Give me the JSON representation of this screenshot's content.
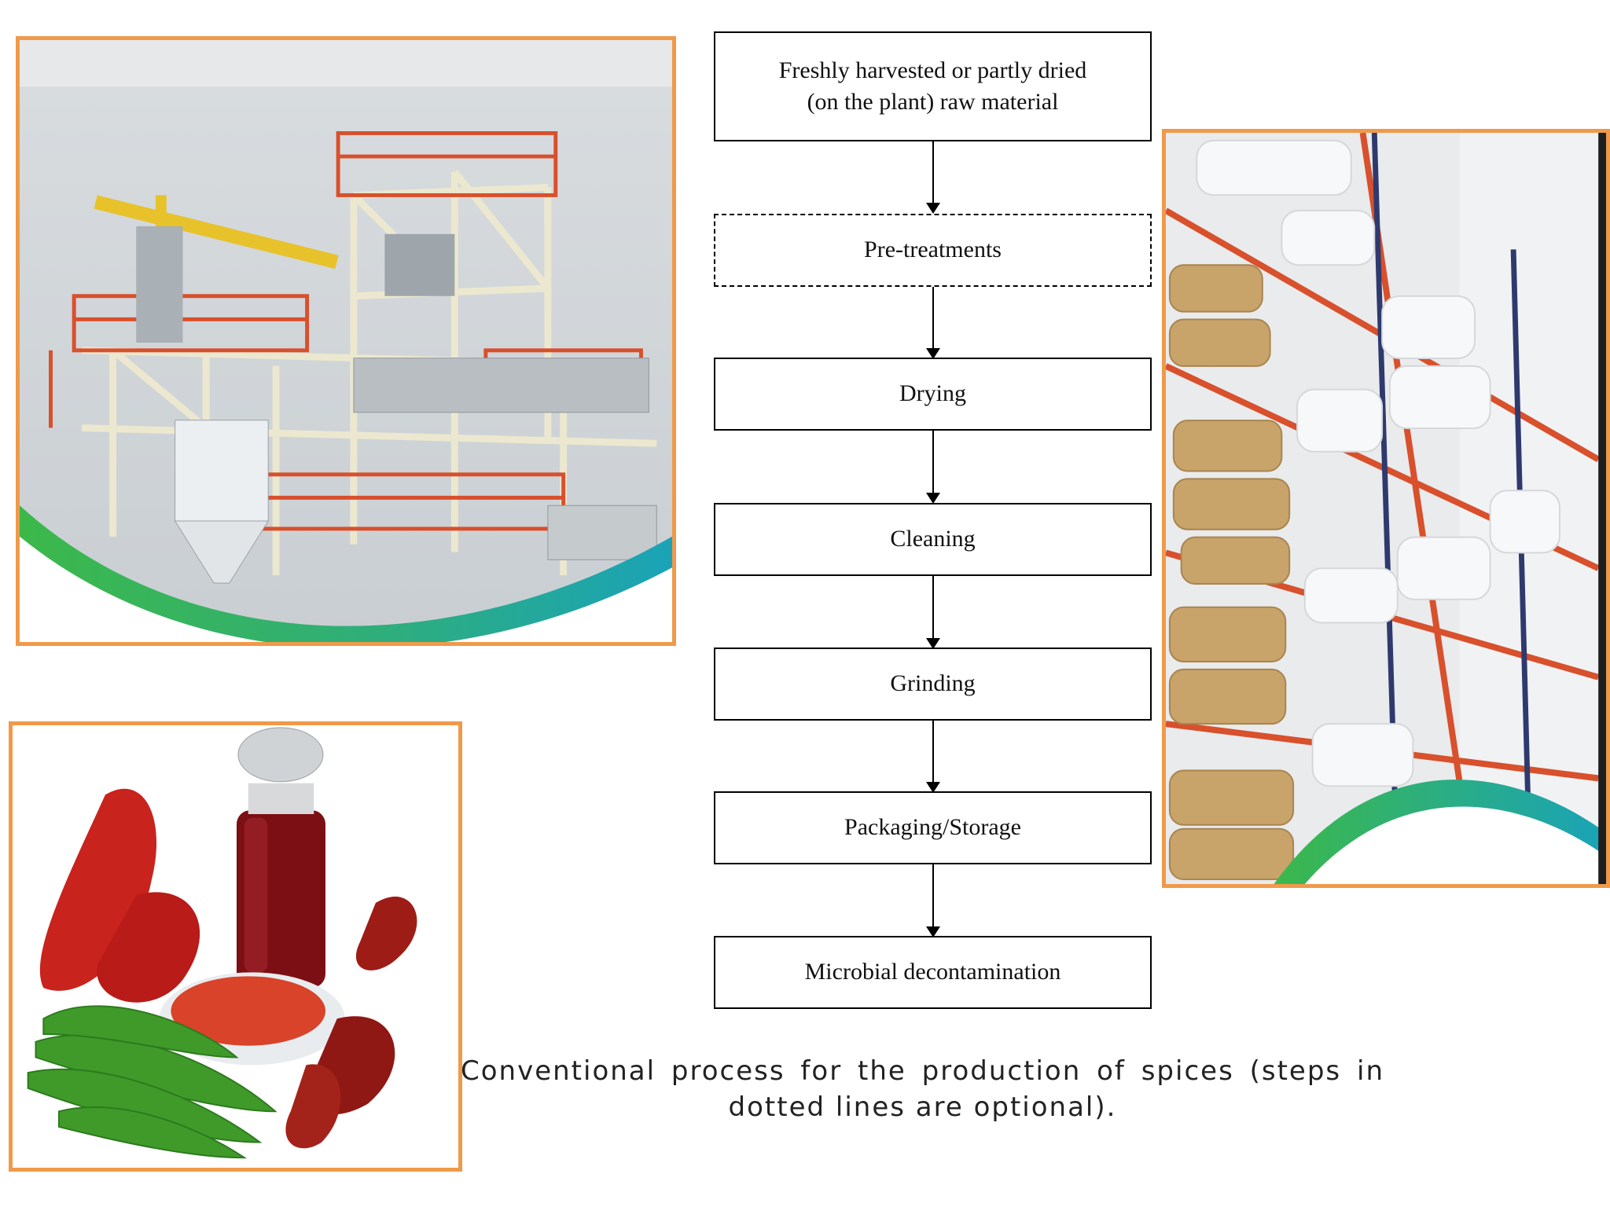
{
  "flow": {
    "steps": [
      {
        "line1": "Freshly harvested or partly dried",
        "line2": "(on the plant) raw material",
        "optional": false
      },
      {
        "label": "Pre-treatments",
        "optional": true
      },
      {
        "label": "Drying",
        "optional": false
      },
      {
        "label": "Cleaning",
        "optional": false
      },
      {
        "label": "Grinding",
        "optional": false
      },
      {
        "label": "Packaging/Storage",
        "optional": false
      },
      {
        "label": "Microbial decontamination",
        "optional": false
      }
    ]
  },
  "caption": {
    "line1": "Conventional process for the production of spices (steps in",
    "line2": "dotted lines are optional)."
  },
  "colors": {
    "frame": "#ef9a4a",
    "wave_green": "#3cb84a",
    "wave_teal": "#1aa3b8",
    "steel_red": "#d8502c",
    "frame_cream": "#ece8cf"
  }
}
